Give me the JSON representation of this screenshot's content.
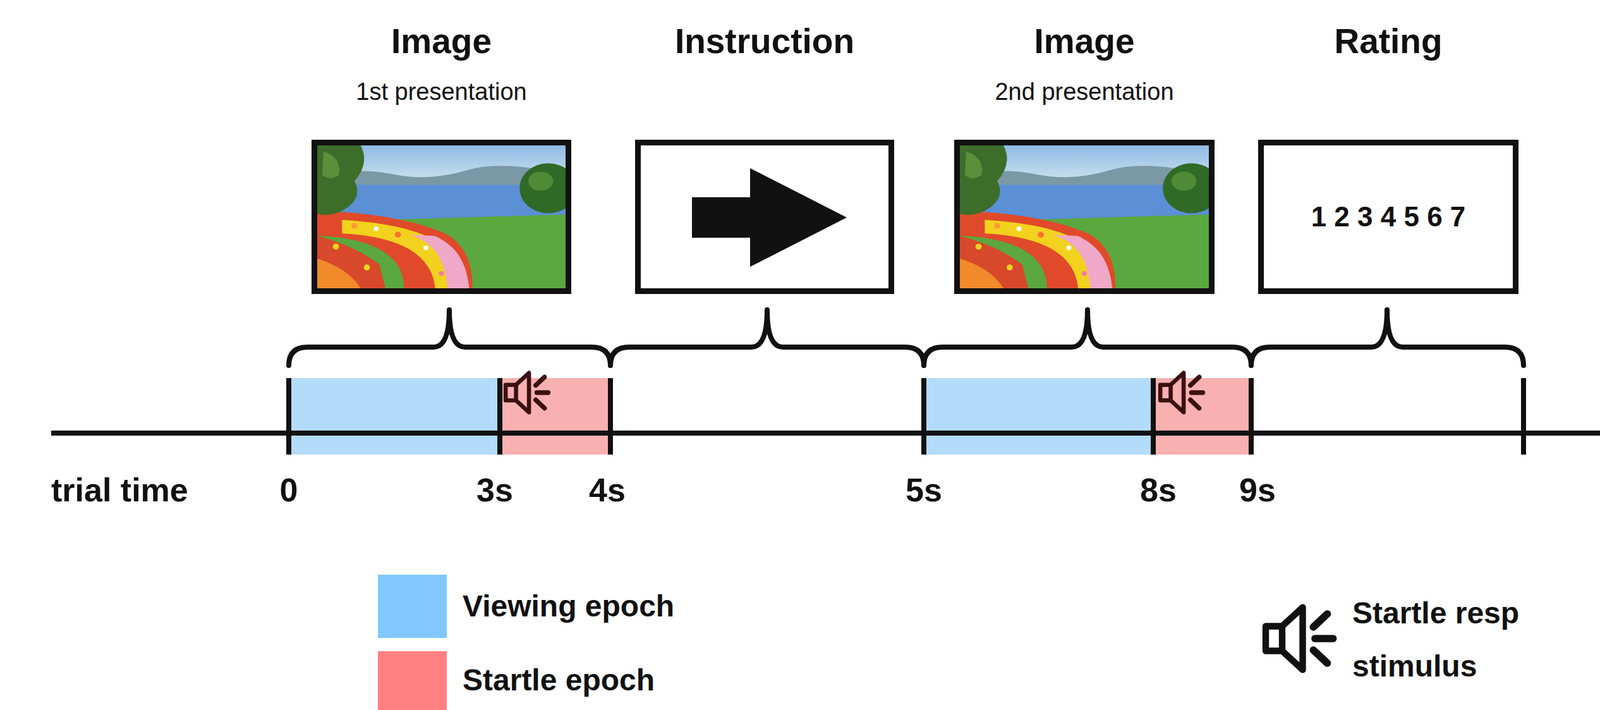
{
  "diagram": {
    "nodes": [
      {
        "text": [
          "Image",
          "1st presentation"
        ]
      },
      {
        "text": [
          "Instruction"
        ]
      },
      {
        "text": [
          "Image",
          "2nd presentation"
        ]
      },
      {
        "text": [
          "Rating",
          "1 2 3 4 5 6 7"
        ]
      }
    ],
    "labels": [
      "trial time",
      "0",
      "3s",
      "4s",
      "5s",
      "8s",
      "9s"
    ],
    "legend": [
      {
        "text": "Viewing epoch",
        "color": "#80c8ff"
      },
      {
        "text": "Startle epoch",
        "color": "#ff8080"
      },
      {
        "text": "Startle resp stimulus"
      }
    ]
  }
}
